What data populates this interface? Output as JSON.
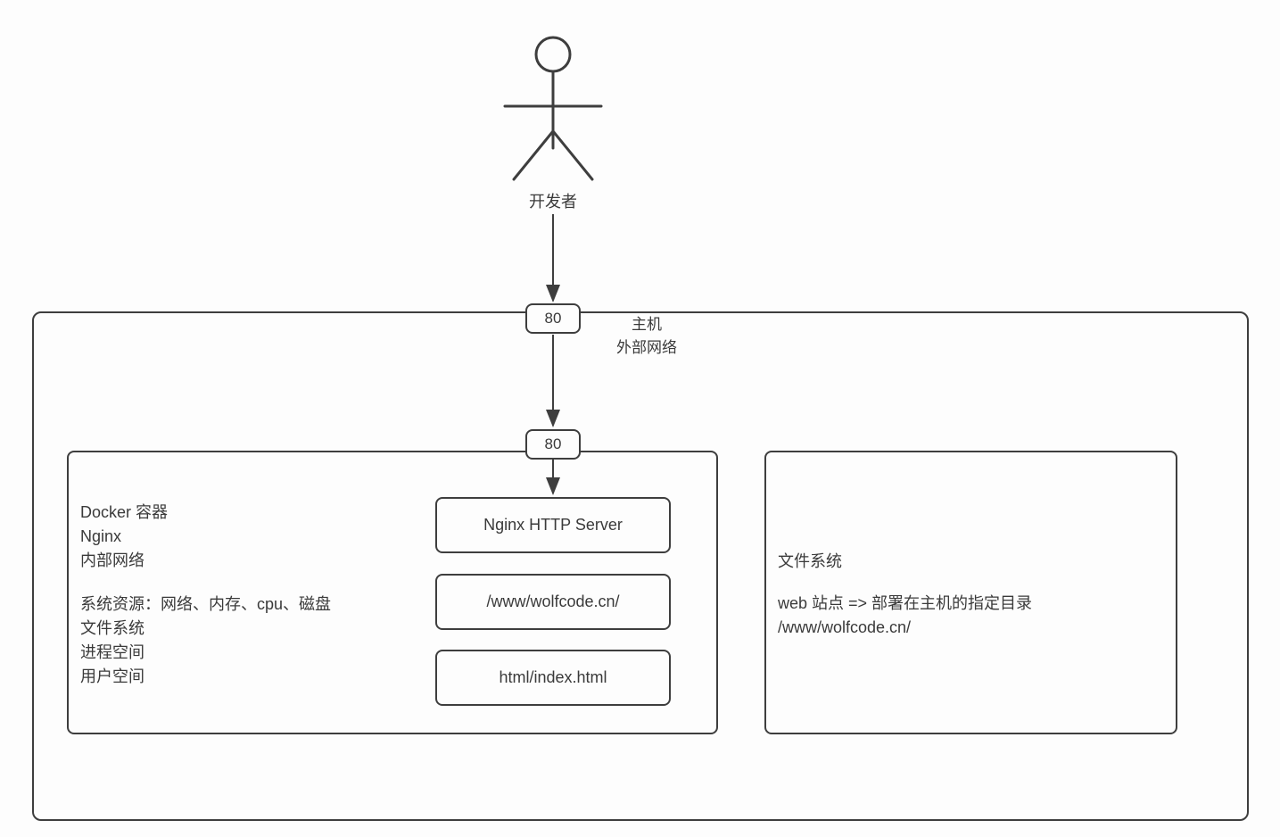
{
  "diagram": {
    "actor_label": "开发者",
    "host": {
      "label_line1": "主机",
      "label_line2": "外部网络",
      "port_outer": "80",
      "port_inner": "80"
    },
    "docker": {
      "info_top": [
        "Docker 容器",
        "Nginx",
        "内部网络"
      ],
      "info_bottom": [
        "系统资源：网络、内存、cpu、磁盘",
        "文件系统",
        "进程空间",
        "用户空间"
      ],
      "node_nginx": "Nginx HTTP Server",
      "node_www": "/www/wolfcode.cn/",
      "node_html": "html/index.html"
    },
    "filesystem": {
      "title": "文件系统",
      "line1": "web 站点 => 部署在主机的指定目录",
      "line2": "/www/wolfcode.cn/"
    },
    "colors": {
      "stroke": "#3e3e3e",
      "background": "#fdfdfd"
    }
  }
}
